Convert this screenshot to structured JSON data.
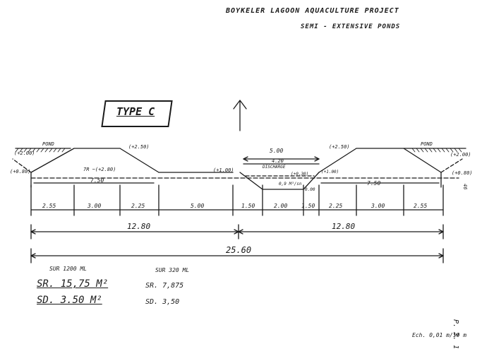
{
  "header": {
    "project_title": "BOYKELER LAGOON AQUACULTURE PROJECT",
    "subtitle": "SEMI - EXTENSIVE PONDS"
  },
  "type_label": "TYPE C",
  "labels": {
    "pond_left": "POND",
    "pond_right": "POND",
    "discharge": "DISCHARGE",
    "page_marker": "46"
  },
  "levels": {
    "left_outer": "(+2.00)",
    "left_bottom": "(+0.80)",
    "left_crest": "(+2.50)",
    "center_left": "(+1.00)",
    "channel_edge": "(+0.30)",
    "channel_bottom": "0.00",
    "right_crest": "(+2.50)",
    "right_inner": "(+1.00)",
    "right_outer": "(+2.00)",
    "right_bottom": "(+0.80)",
    "left_crest_note": "7R ~(+2.80)"
  },
  "channel": {
    "top_width": "5.00",
    "mid_width": "4.20",
    "flow": "0,9 M³/sn"
  },
  "dimensions": {
    "left_segments": [
      "2.55",
      "3.00",
      "2.25",
      "5.00"
    ],
    "left_crest_width": "7.50",
    "right_segments": [
      "1.50",
      "2.00",
      "1.50",
      "2.25",
      "3.00",
      "2.55"
    ],
    "right_crest_width": "7.50",
    "half_left": "12.80",
    "half_right": "12.80",
    "total": "25.60"
  },
  "notes": {
    "left_header": "SUR 1200 ML",
    "left_sr": "SR. 15,75 M²",
    "left_sd": "SD. 3.50 M²",
    "right_header": "SUR 320 ML",
    "right_sr": "SR. 7,875",
    "right_sd": "SD. 3,50"
  },
  "scale": "Ech. 0,01 m/10 m",
  "sheet_ref": "P. 3. 1"
}
